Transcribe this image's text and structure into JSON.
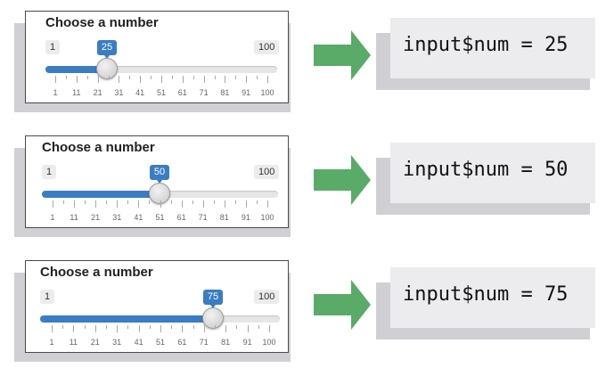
{
  "rows": [
    {
      "title": "Choose a number",
      "min_label": "1",
      "max_label": "100",
      "value": 25,
      "value_label": "25",
      "code": "input$num = 25"
    },
    {
      "title": "Choose a number",
      "min_label": "1",
      "max_label": "100",
      "value": 50,
      "value_label": "50",
      "code": "input$num = 50"
    },
    {
      "title": "Choose a number",
      "min_label": "1",
      "max_label": "100",
      "value": 75,
      "value_label": "75",
      "code": "input$num = 75"
    }
  ],
  "tick_labels": [
    "1",
    "11",
    "21",
    "31",
    "41",
    "51",
    "61",
    "71",
    "81",
    "91",
    "100"
  ],
  "slider_range": [
    1,
    100
  ],
  "colors": {
    "accent": "#3b7dc4",
    "arrow": "#5aaa68",
    "shadow": "#d0d0d4",
    "code_bg": "#ececef"
  },
  "icons": {
    "arrow": "right-arrow-icon"
  }
}
